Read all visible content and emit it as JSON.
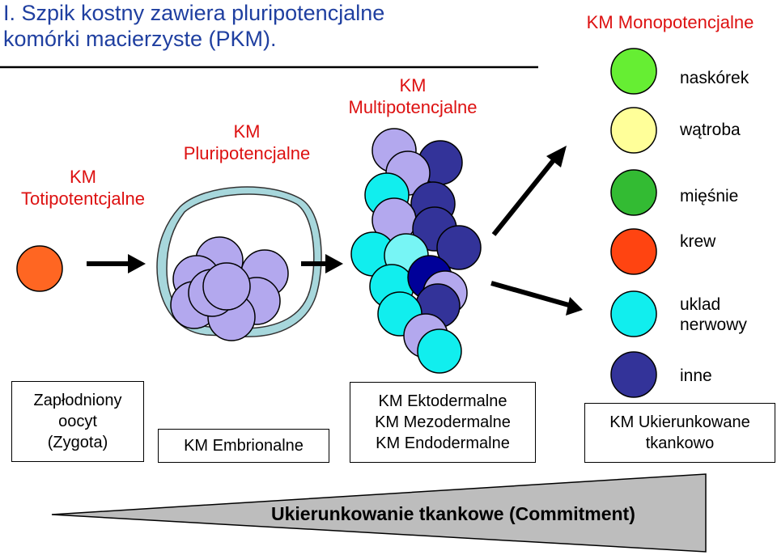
{
  "title": {
    "line1": "I. Szpik kostny zawiera pluripotencjalne",
    "line2": "komórki macierzyste (PKM)."
  },
  "headers": {
    "toti_1": "KM",
    "toti_2": "Totipotentcjalne",
    "pluri_1": "KM",
    "pluri_2": "Pluripotencjalne",
    "multi_1": "KM",
    "multi_2": "Multipotencjalne",
    "mono": "KM Monopotencjalne"
  },
  "boxes": {
    "zygote": [
      "Zapłodniony",
      "oocyt",
      "(Zygota)"
    ],
    "embrional": "KM Embrionalne",
    "germ_layers": [
      "KM Ektodermalne",
      "KM Mezodermalne",
      "KM Endodermalne"
    ],
    "committed": [
      "KM Ukierunkowane",
      "tkankowo"
    ]
  },
  "tissues": [
    {
      "label": "naskórek",
      "color": "#66ee33"
    },
    {
      "label": "wątroba",
      "color": "#ffff99"
    },
    {
      "label": "mięśnie",
      "color": "#33bb33"
    },
    {
      "label": "krew",
      "color": "#ff4411"
    },
    {
      "label": "uklad",
      "label2": "nerwowy",
      "color": "#11eeee"
    },
    {
      "label": "inne",
      "color": "#333399"
    }
  ],
  "commitment": "Ukierunkowanie tkankowe (Commitment)",
  "colors": {
    "zygote": "#ff6622",
    "embryo_cell": "#b3a8ee",
    "dark_blue": "#333399",
    "navy": "#000099",
    "cyan": "#11eeee",
    "light_cyan": "#77f5f5",
    "header_red": "#dd1111",
    "title_blue": "#1f3fa0",
    "wedge": "#bdbdbd"
  }
}
